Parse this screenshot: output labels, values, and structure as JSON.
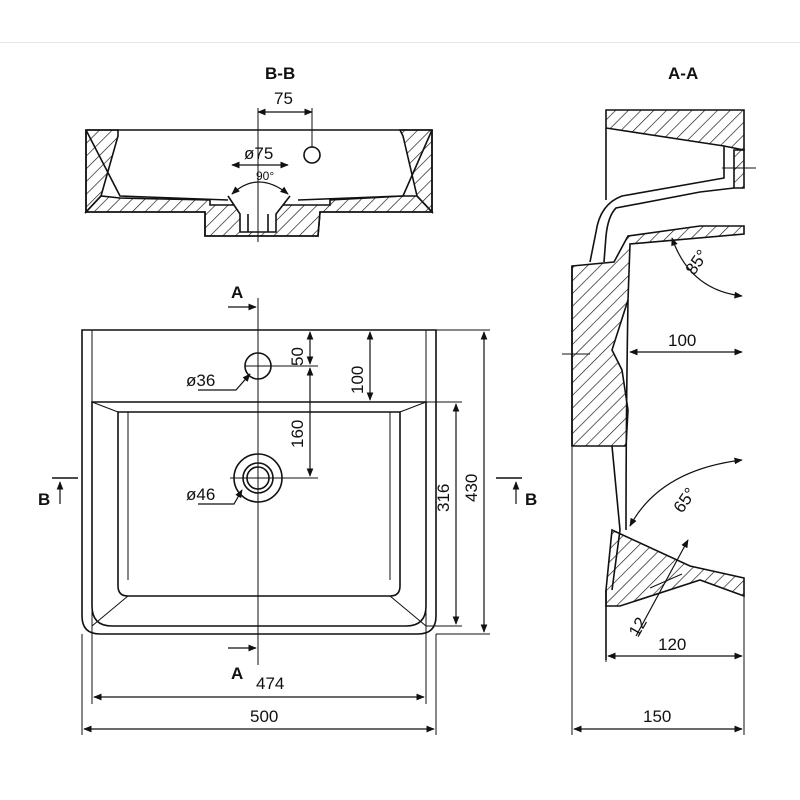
{
  "views": {
    "section_bb_label": "B-B",
    "section_aa_label": "A-A",
    "cut_a_top": "A",
    "cut_a_bottom": "A",
    "cut_b_left": "B",
    "cut_b_right": "B"
  },
  "dimensions": {
    "tap_offset": "75",
    "drain_diameter": "ø75",
    "drain_angle": "90°",
    "tap_hole_diameter": "ø36",
    "waste_diameter": "ø46",
    "tap_to_edge": "50",
    "bowl_from_back": "100",
    "tap_to_waste": "160",
    "bowl_depth": "316",
    "overall_depth": "430",
    "bowl_width": "474",
    "overall_width": "500",
    "back_angle": "85°",
    "front_angle": "65°",
    "side_inner": "100",
    "wall_thickness": "12",
    "base_width": "120",
    "overall_height": "150"
  },
  "colors": {
    "line": "#111111",
    "divider": "#e6e6e6",
    "background": "#ffffff"
  }
}
